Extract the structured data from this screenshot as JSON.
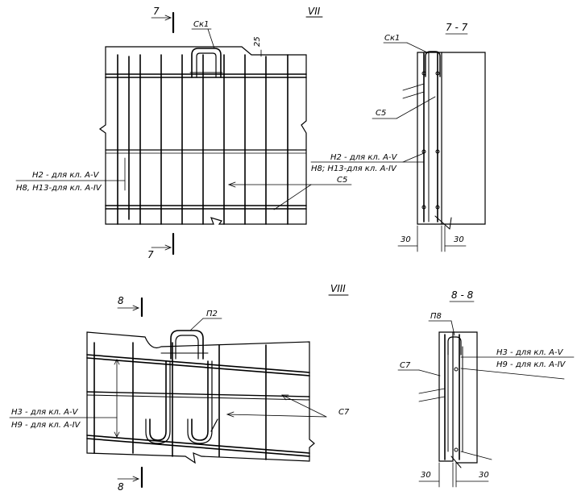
{
  "views": {
    "vii": {
      "title": "VII",
      "cut_mark": "7",
      "cage_label": "Ск1",
      "dim_label": "25",
      "left_note_1": "Н2 - для кл. А-V",
      "left_note_2": "Н8, Н13-для кл. А-IV",
      "mesh_label": "С5"
    },
    "sec77": {
      "title": "7 - 7",
      "cage_label": "Ск1",
      "mesh_label": "С5",
      "note_1": "Н2 - для кл. А-V",
      "note_2": "Н8; Н13-для кл. А-IV",
      "dim_left": "30",
      "dim_right": "30"
    },
    "viii": {
      "title": "VIII",
      "cut_mark": "8",
      "loop_label": "П2",
      "left_note_1": "Н3 - для кл. А-V",
      "left_note_2": "Н9 - для кл. А-IV",
      "mesh_label": "С7"
    },
    "sec88": {
      "title": "8 - 8",
      "loop_label": "П8",
      "mesh_label": "С7",
      "note_1": "Н3 - для кл. А-V",
      "note_2": "Н9 - для кл. А-IV",
      "dim_left": "30",
      "dim_right": "30"
    }
  }
}
